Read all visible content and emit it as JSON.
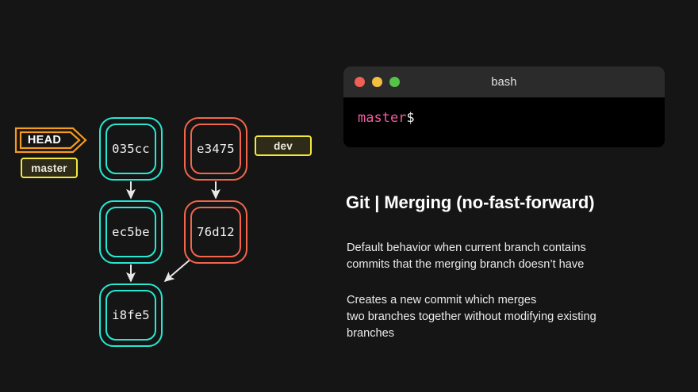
{
  "graph": {
    "head_tag": {
      "label": "HEAD",
      "color": "#f59b1e"
    },
    "branch_labels": [
      {
        "name": "master",
        "color": "#f2e93c"
      },
      {
        "name": "dev",
        "color": "#f2e93c"
      }
    ],
    "commits": [
      {
        "hash": "035cc",
        "branch": "master",
        "color": "#27e8d2"
      },
      {
        "hash": "e3475",
        "branch": "dev",
        "color": "#f4654b"
      },
      {
        "hash": "ec5be",
        "branch": "master",
        "color": "#27e8d2"
      },
      {
        "hash": "76d12",
        "branch": "dev",
        "color": "#f4654b"
      },
      {
        "hash": "i8fe5",
        "branch": "master",
        "color": "#27e8d2"
      }
    ],
    "edges": [
      {
        "from": "035cc",
        "to": "ec5be"
      },
      {
        "from": "e3475",
        "to": "76d12"
      },
      {
        "from": "ec5be",
        "to": "i8fe5"
      },
      {
        "from": "76d12",
        "to": "i8fe5"
      }
    ]
  },
  "terminal": {
    "title": "bash",
    "prompt_branch": "master",
    "prompt_sigil": "$",
    "buttons": {
      "close": "close-button",
      "minimize": "minimize-button",
      "maximize": "maximize-button"
    }
  },
  "content": {
    "headline": "Git | Merging (no-fast-forward)",
    "paragraph1": "Default behavior when current branch contains\ncommits that the merging branch doesn’t have",
    "paragraph2": "Creates a new commit which merges\ntwo branches together without modifying existing\nbranches"
  },
  "theme": {
    "background": "#151515",
    "terminal_bar": "#2b2b2b",
    "terminal_body": "#000000",
    "cyan": "#27e8d2",
    "coral": "#f4654b",
    "yellow": "#f2e93c",
    "orange": "#f59b1e",
    "pink": "#f25b9e"
  }
}
